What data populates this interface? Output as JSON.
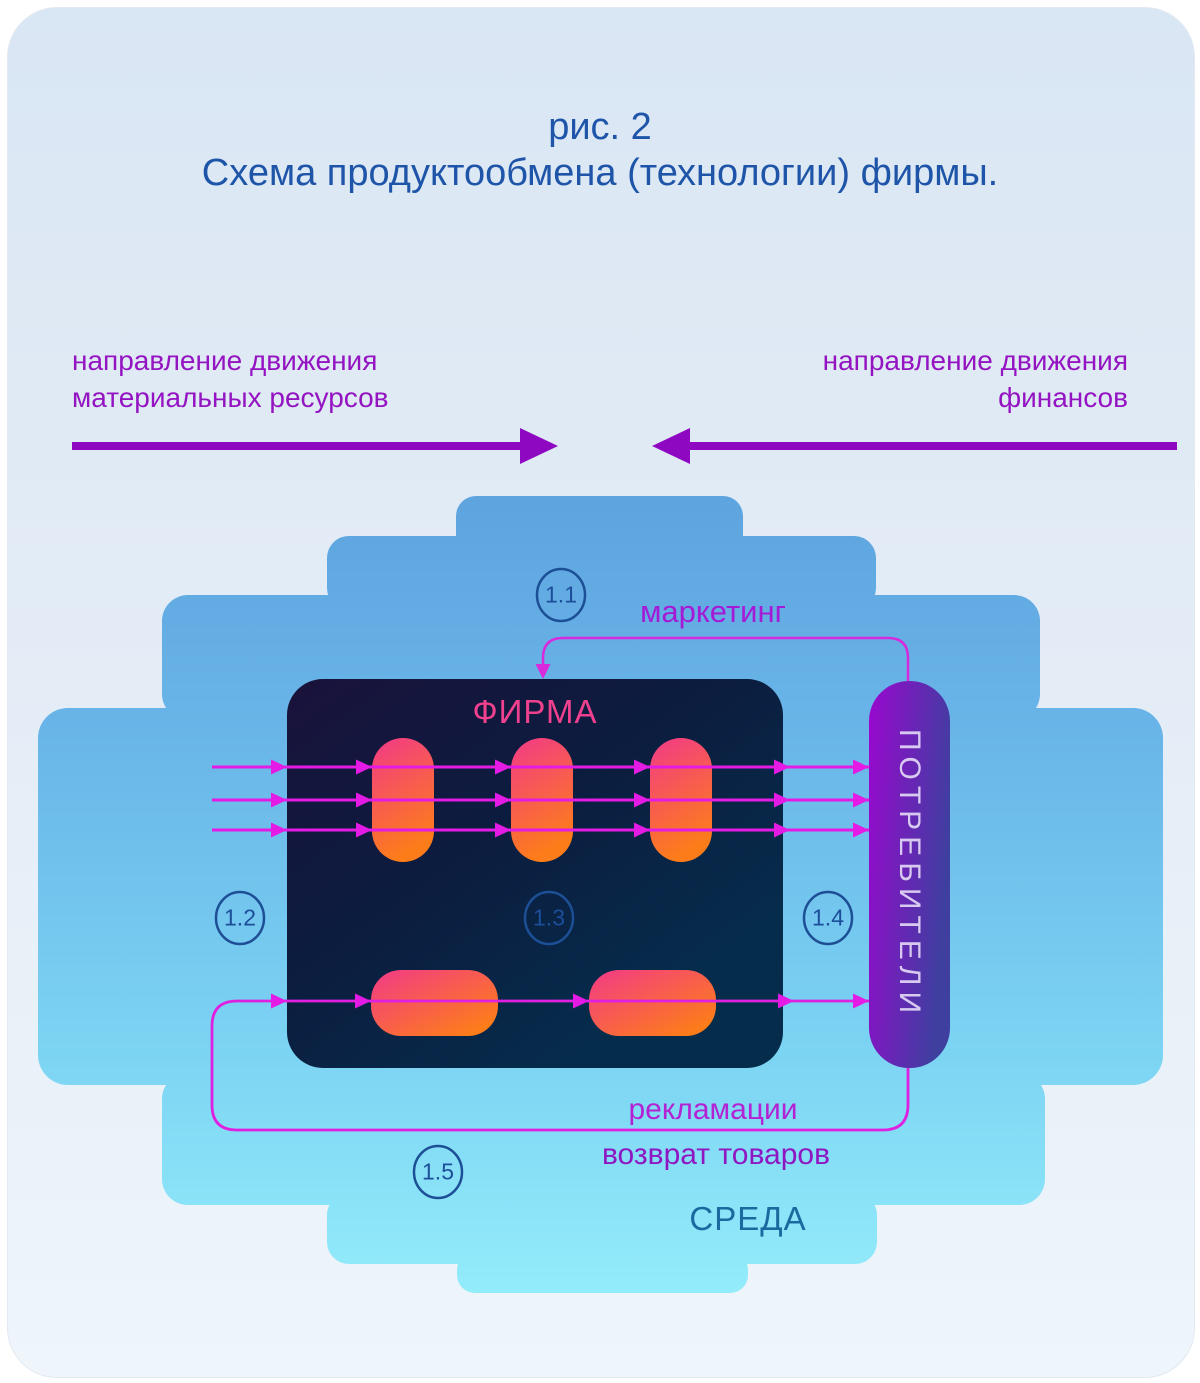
{
  "title": {
    "line1": "рис. 2",
    "line2": "Схема продуктообмена (технологии) фирмы."
  },
  "legend": {
    "materials": {
      "line1": "направление движения",
      "line2": "материальных ресурсов"
    },
    "finance": {
      "line1": "направление движения",
      "line2": "финансов"
    }
  },
  "diagram": {
    "environment_label": "СРЕДА",
    "firm_label": "ФИРМА",
    "consumers_label": "ПОТРЕБИТЕЛИ",
    "flows": {
      "marketing": "маркетинг",
      "reclamations": "рекламации",
      "returns": "возврат товаров"
    },
    "nodes": [
      "1.1",
      "1.2",
      "1.3",
      "1.4",
      "1.5"
    ]
  },
  "colors": {
    "page_bg_top": "#d9e6f3",
    "page_bg_bottom": "#eef5fb",
    "environment_top": "#5ea4df",
    "environment_bottom": "#93ecfa",
    "firm_box_top": "#1a123c",
    "firm_box_bottom": "#062c4c",
    "process_pill_start": "#f23a88",
    "process_pill_end": "#fd7c1a",
    "consumers_start": "#9a07cf",
    "consumers_end": "#3f3fa0",
    "flow_line": "#e41be4",
    "curve_line": "#d829dd",
    "direction_arrow": "#8d08c0",
    "title_text": "#1e55a9",
    "node_circle": "#1d4f96",
    "environment_text": "#1a6aa0",
    "firm_text": "#f0418f",
    "consumers_text": "#d8c9f0"
  }
}
